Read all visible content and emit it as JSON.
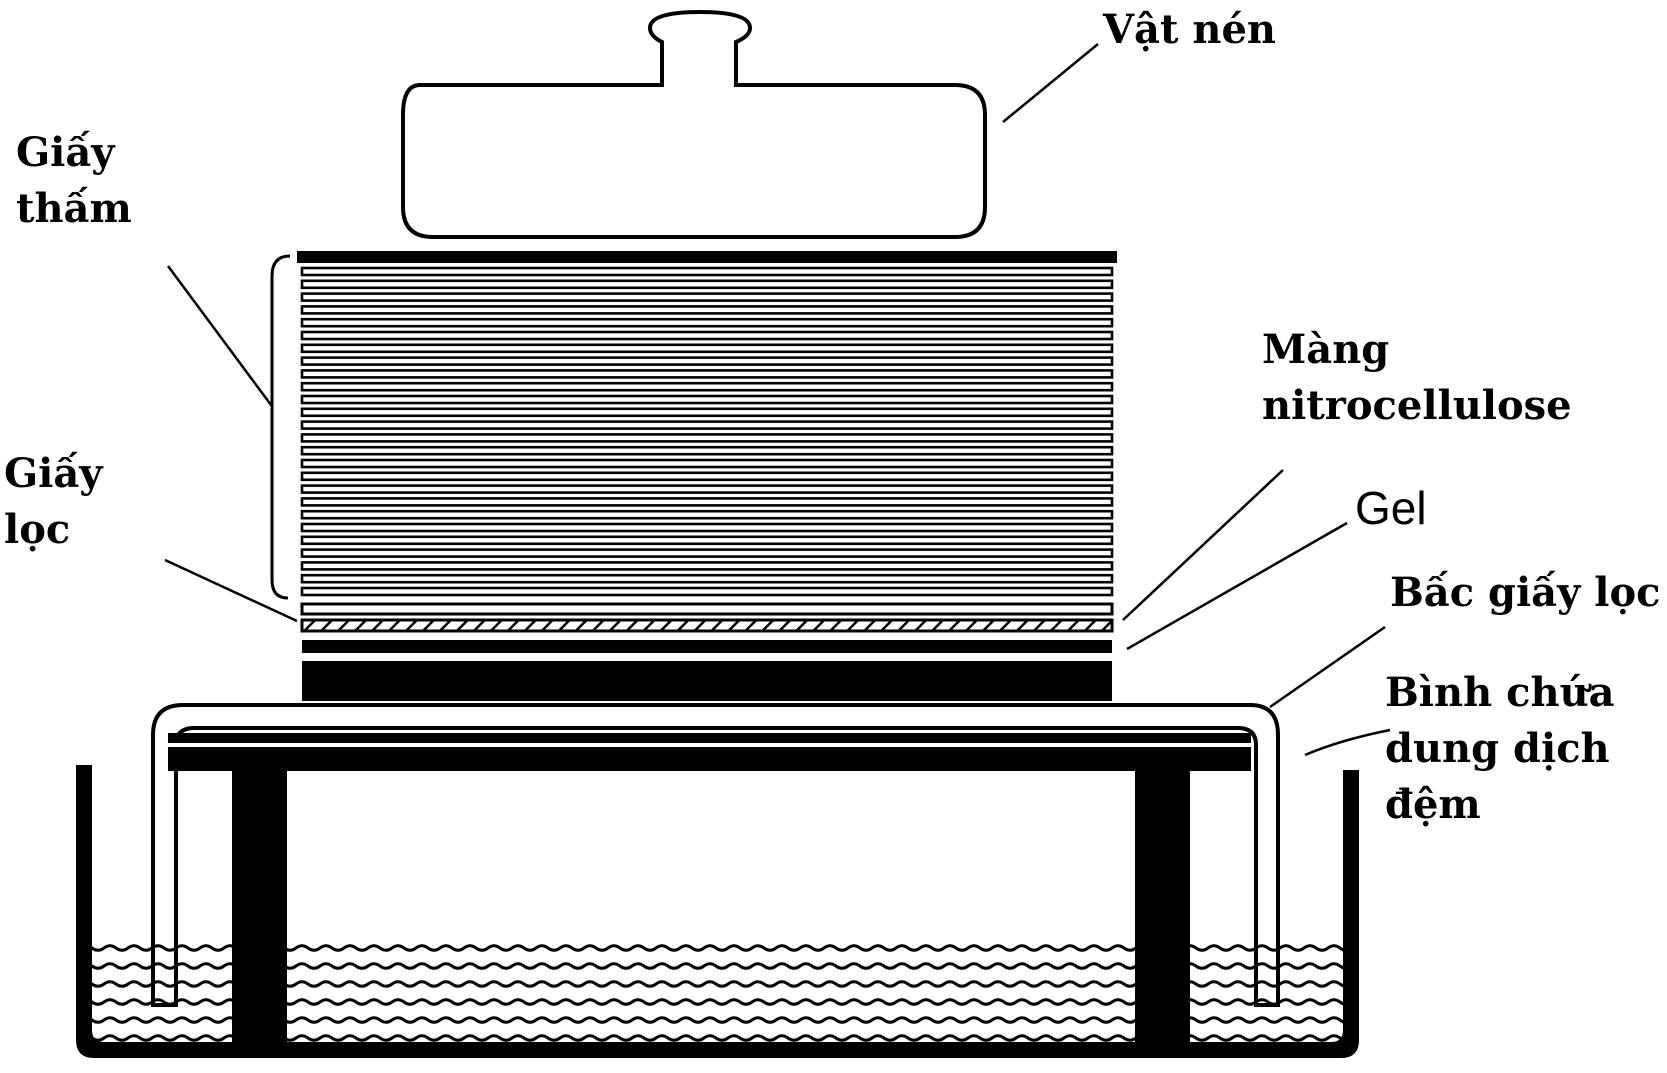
{
  "labels": {
    "weight": "Vật nén",
    "paper_towels": [
      "Giấy",
      "thấm"
    ],
    "filter_paper": [
      "Giấy",
      "lọc"
    ],
    "membrane": [
      "Màng",
      "nitrocellulose"
    ],
    "gel": "Gel",
    "wick": "Bấc giấy lọc",
    "reservoir": [
      "Bình chứa",
      "dung dịch",
      "đệm"
    ]
  },
  "colors": {
    "ink": "#000000",
    "paper": "#ffffff"
  }
}
